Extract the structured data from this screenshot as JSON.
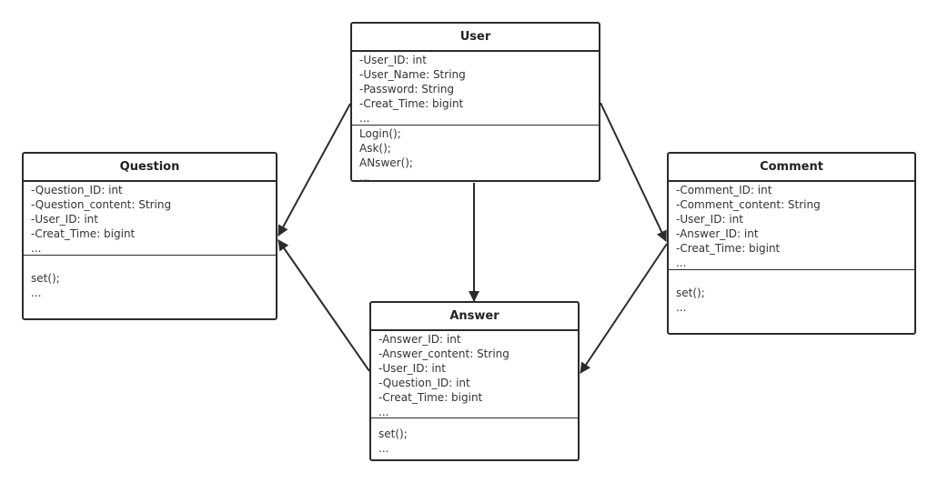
{
  "classes": {
    "user": {
      "name": "User",
      "attributes": [
        "-User_ID: int",
        "-User_Name: String",
        "-Password: String",
        "-Creat_Time: bigint",
        "..."
      ],
      "methods": [
        "Login();",
        "Ask();",
        "ANswer();",
        "..."
      ]
    },
    "question": {
      "name": "Question",
      "attributes": [
        "-Question_ID: int",
        "-Question_content: String",
        "-User_ID: int",
        "-Creat_Time: bigint",
        "..."
      ],
      "methods": [
        "set();",
        "..."
      ]
    },
    "answer": {
      "name": "Answer",
      "attributes": [
        "-Answer_ID: int",
        "-Answer_content: String",
        "-User_ID: int",
        "-Question_ID: int",
        "-Creat_Time: bigint",
        "..."
      ],
      "methods": [
        "set();",
        "..."
      ]
    },
    "comment": {
      "name": "Comment",
      "attributes": [
        "-Comment_ID: int",
        "-Comment_content: String",
        "-User_ID: int",
        "-Answer_ID: int",
        "-Creat_Time: bigint",
        "..."
      ],
      "methods": [
        "set();",
        "..."
      ]
    }
  },
  "relationships": [
    {
      "from": "User",
      "to": "Question"
    },
    {
      "from": "User",
      "to": "Answer"
    },
    {
      "from": "User",
      "to": "Comment"
    },
    {
      "from": "Answer",
      "to": "Question"
    },
    {
      "from": "Comment",
      "to": "Answer"
    }
  ],
  "colors": {
    "stroke": "#2b2b2b",
    "text": "#333333",
    "background": "#ffffff"
  }
}
